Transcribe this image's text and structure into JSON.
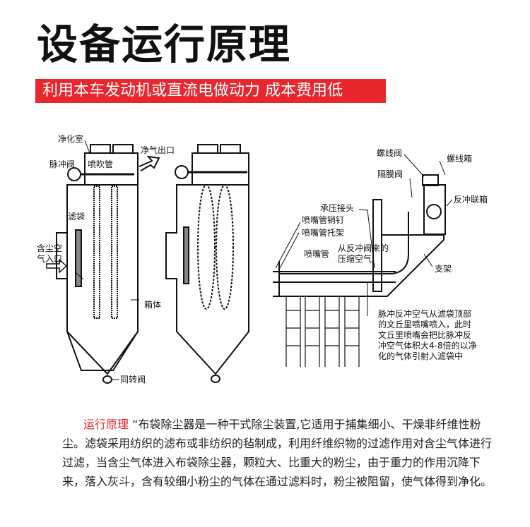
{
  "header": {
    "title": "设备运行原理",
    "banner": "利用本车发动机或直流电做动力 成本费用低"
  },
  "left_diagram": {
    "labels": {
      "clean_room": "净化室",
      "clean_outlet": "净气出口",
      "pulse_valve": "脉冲阀",
      "blow_pipe": "喷吹管",
      "filter_bag": "滤袋",
      "dust_inlet_line1": "含尘空",
      "dust_inlet_line2": "气入口",
      "box_body": "箱体",
      "rotary_valve": "同转阀"
    }
  },
  "right_diagram": {
    "labels": {
      "solenoid_valve": "螺线阀",
      "solenoid_box": "螺线箱",
      "diaphragm_valve": "隔膜阀",
      "backflush_header": "反冲联箱",
      "pressure_joint": "承压接头",
      "nozzle_pin": "喷嘴管销钉",
      "nozzle_bracket": "喷嘴管托架",
      "nozzle_pipe": "喷嘴管",
      "compressed_air_line1": "从反冲阀来的",
      "compressed_air_line2": "压缩空气",
      "support": "支架"
    },
    "note_lines": [
      "脉冲反冲空气从滤袋顶部",
      "的文丘里喷嘴喷入，此时",
      "文丘里喷嘴会把比脉冲反",
      "冲空气体积大4-8倍的以净",
      "化的气体引射入滤袋中"
    ]
  },
  "description": {
    "heading": "运行原理",
    "text": "“布袋除尘器是一种干式除尘装置,它适用于捕集细小、干燥非纤维性粉尘。滤袋采用纺织的滤布或非纺织的毡制成，利用纤维织物的过滤作用对含尘气体进行过滤，当含尘气体进入布袋除尘器，颗粒大、比重大的粉尘，由于重力的作用沉降下来，落入灰斗，含有较细小粉尘的气体在通过滤料时，粉尘被阻留，使气体得到净化。"
  },
  "colors": {
    "accent": "#e8262d"
  }
}
